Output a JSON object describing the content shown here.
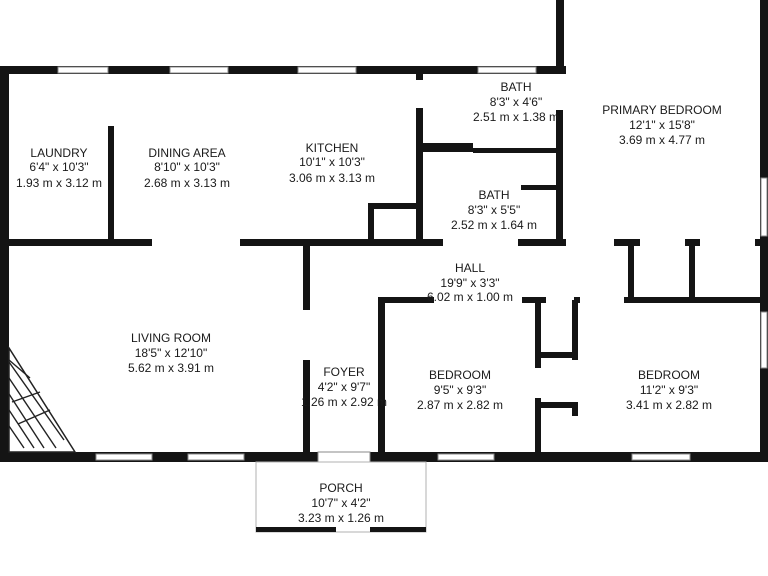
{
  "rooms": [
    {
      "key": "laundry",
      "name": "LAUNDRY",
      "imperial": "6'4\" x 10'3\"",
      "metric": "1.93 m x 3.12 m"
    },
    {
      "key": "dining",
      "name": "DINING AREA",
      "imperial": "8'10\" x 10'3\"",
      "metric": "2.68 m x 3.13 m"
    },
    {
      "key": "kitchen",
      "name": "KITCHEN",
      "imperial": "10'1\" x 10'3\"",
      "metric": "3.06 m x 3.13 m"
    },
    {
      "key": "bath1",
      "name": "BATH",
      "imperial": "8'3\" x 4'6\"",
      "metric": "2.51 m x 1.38 m"
    },
    {
      "key": "bath2",
      "name": "BATH",
      "imperial": "8'3\" x 5'5\"",
      "metric": "2.52 m x 1.64 m"
    },
    {
      "key": "primary",
      "name": "PRIMARY BEDROOM",
      "imperial": "12'1\" x 15'8\"",
      "metric": "3.69 m x 4.77 m"
    },
    {
      "key": "hall",
      "name": "HALL",
      "imperial": "19'9\" x 3'3\"",
      "metric": "6.02 m x 1.00 m"
    },
    {
      "key": "living",
      "name": "LIVING ROOM",
      "imperial": "18'5\" x 12'10\"",
      "metric": "5.62 m x 3.91 m"
    },
    {
      "key": "foyer",
      "name": "FOYER",
      "imperial": "4'2\" x 9'7\"",
      "metric": "1.26 m x 2.92 m"
    },
    {
      "key": "bedroom1",
      "name": "BEDROOM",
      "imperial": "9'5\" x 9'3\"",
      "metric": "2.87 m x 2.82 m"
    },
    {
      "key": "bedroom2",
      "name": "BEDROOM",
      "imperial": "11'2\" x 9'3\"",
      "metric": "3.41 m x 2.82 m"
    },
    {
      "key": "porch",
      "name": "PORCH",
      "imperial": "10'7\" x 4'2\"",
      "metric": "3.23 m x 1.26 m"
    }
  ]
}
